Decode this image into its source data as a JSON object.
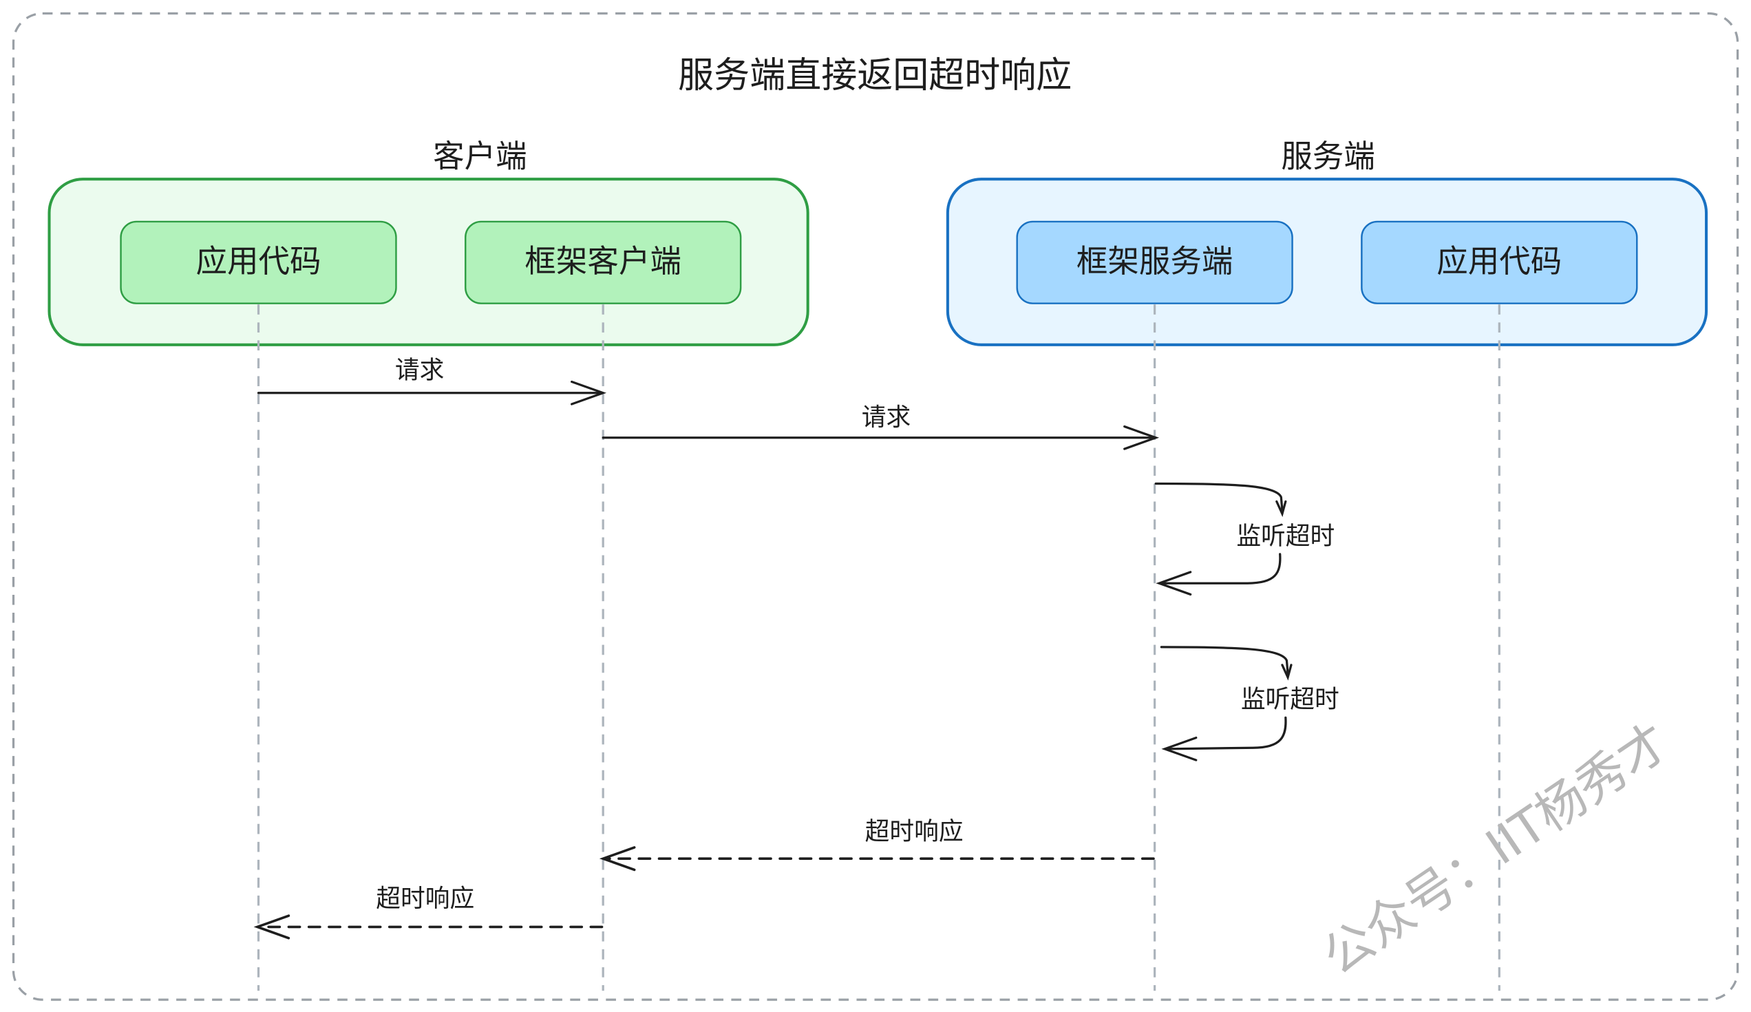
{
  "title": "服务端直接返回超时响应",
  "groups": {
    "client": {
      "label": "客户端",
      "fill": "#ebfbee",
      "stroke": "#2f9e44"
    },
    "server": {
      "label": "服务端",
      "fill": "#e7f5ff",
      "stroke": "#1971c2"
    }
  },
  "participants": [
    {
      "label": "应用代码",
      "fill": "#b2f2bb",
      "stroke": "#2f9e44"
    },
    {
      "label": "框架客户端",
      "fill": "#b2f2bb",
      "stroke": "#2f9e44"
    },
    {
      "label": "框架服务端",
      "fill": "#a5d8ff",
      "stroke": "#1971c2"
    },
    {
      "label": "应用代码",
      "fill": "#a5d8ff",
      "stroke": "#1971c2"
    }
  ],
  "messages": [
    {
      "from": 0,
      "to": 1,
      "label": "请求",
      "style": "solid"
    },
    {
      "from": 1,
      "to": 2,
      "label": "请求",
      "style": "solid"
    },
    {
      "from": 2,
      "to": 2,
      "label": "监听超时",
      "style": "self"
    },
    {
      "from": 2,
      "to": 2,
      "label": "监听超时",
      "style": "self"
    },
    {
      "from": 2,
      "to": 1,
      "label": "超时响应",
      "style": "dashed"
    },
    {
      "from": 1,
      "to": 0,
      "label": "超时响应",
      "style": "dashed"
    }
  ],
  "watermark": "公众号：IIT杨秀才"
}
